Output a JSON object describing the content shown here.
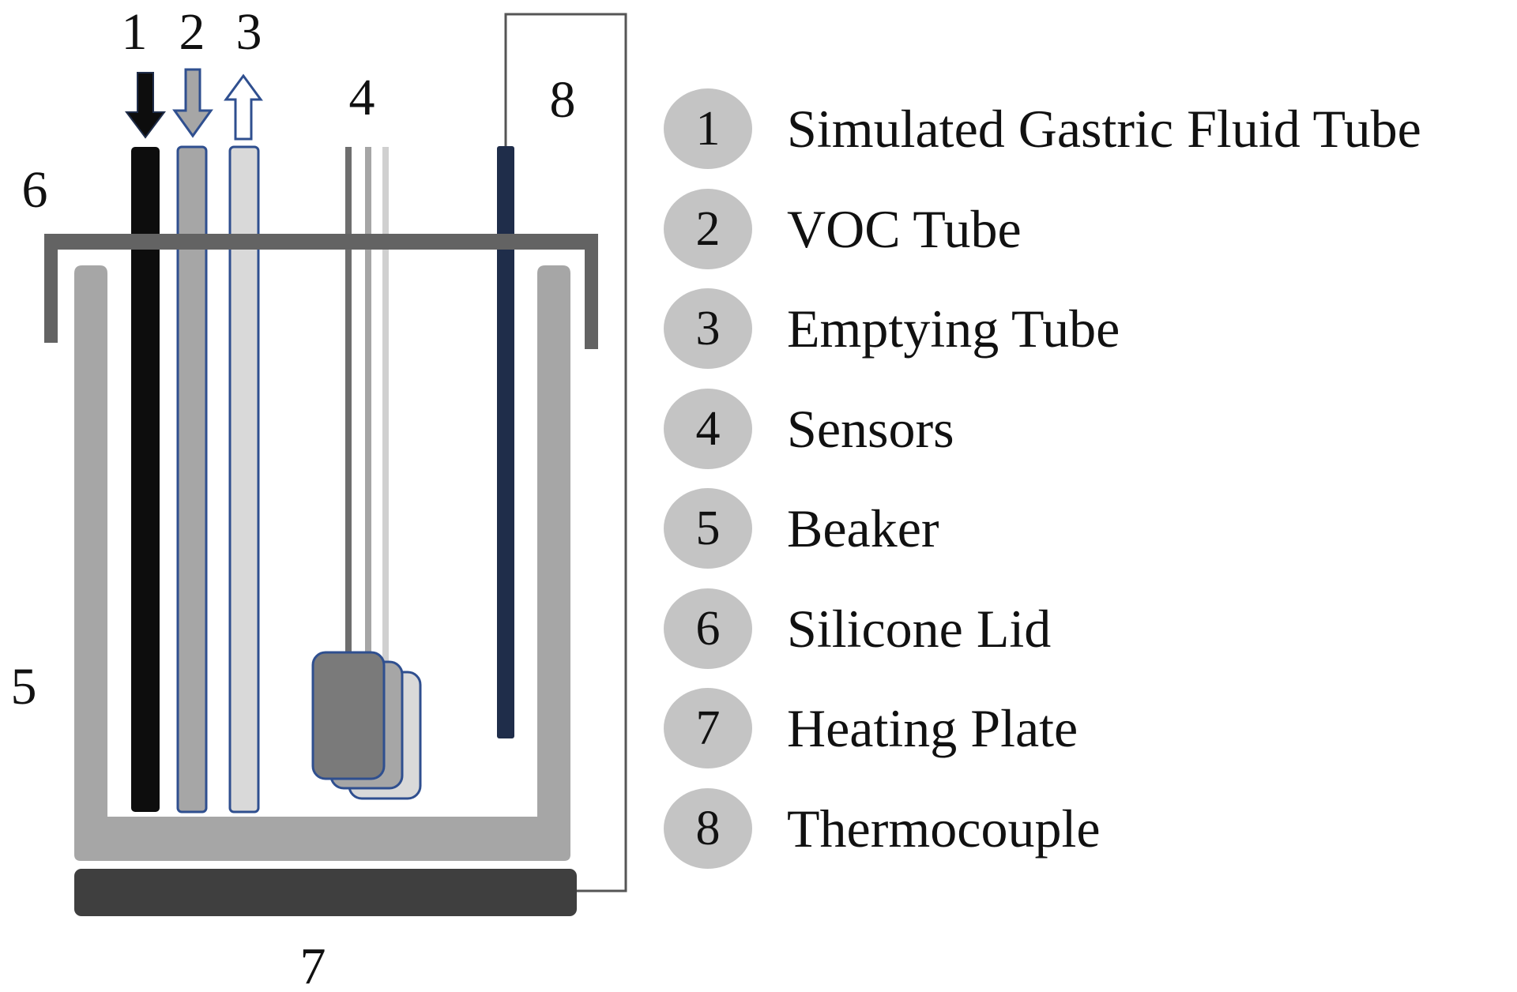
{
  "figure": {
    "component_numbers": {
      "n1": "1",
      "n2": "2",
      "n3": "3",
      "n4": "4",
      "n5": "5",
      "n6": "6",
      "n7": "7",
      "n8": "8"
    },
    "colors": {
      "gastric_tube": "#0d0d0d",
      "voc_tube": "#a6a6a6",
      "emptying_tube": "#d9d9d9",
      "tube_outline": "#2f4f8f",
      "thermocouple": "#1f2d4a",
      "lid": "#636363",
      "beaker": "#a6a6a6",
      "heating_plate": "#3f3f3f",
      "badge": "#c4c4c4"
    }
  },
  "legend": {
    "items": [
      {
        "num": "1",
        "label": "Simulated Gastric Fluid Tube"
      },
      {
        "num": "2",
        "label": "VOC Tube"
      },
      {
        "num": "3",
        "label": "Emptying Tube"
      },
      {
        "num": "4",
        "label": "Sensors"
      },
      {
        "num": "5",
        "label": "Beaker"
      },
      {
        "num": "6",
        "label": "Silicone Lid"
      },
      {
        "num": "7",
        "label": "Heating Plate"
      },
      {
        "num": "8",
        "label": "Thermocouple"
      }
    ]
  }
}
